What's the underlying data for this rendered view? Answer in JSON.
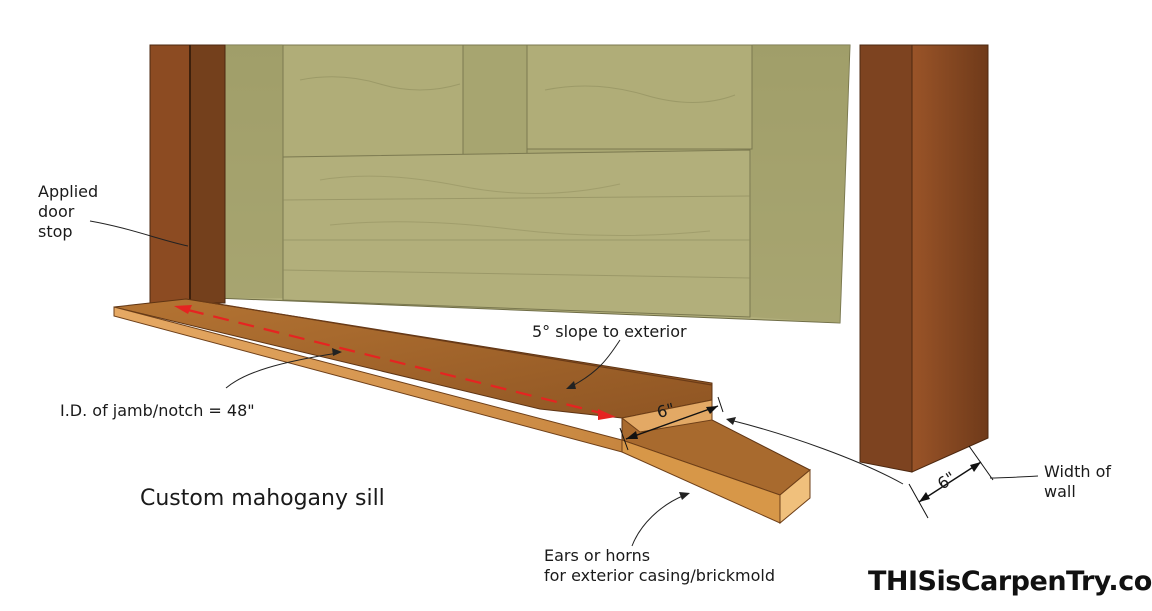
{
  "labels": {
    "applied_door_stop": [
      "Applied",
      "door",
      "stop"
    ],
    "slope": "5° slope to exterior",
    "jamb_id": "I.D. of jamb/notch = 48\"",
    "sill_title": "Custom mahogany sill",
    "ears": [
      "Ears or horns",
      "for exterior casing/brickmold"
    ],
    "width_of_wall": [
      "Width of",
      "wall"
    ],
    "dim_notch": "6\"",
    "dim_wall": "6\""
  },
  "brand": "THISisCarpenTry.com",
  "colors": {
    "door_wood": "#a9a771",
    "jamb_wood": "#8a4a22",
    "sill_top": "#a8692c",
    "sill_front": "#d99a52",
    "arrow": "#e52421"
  }
}
